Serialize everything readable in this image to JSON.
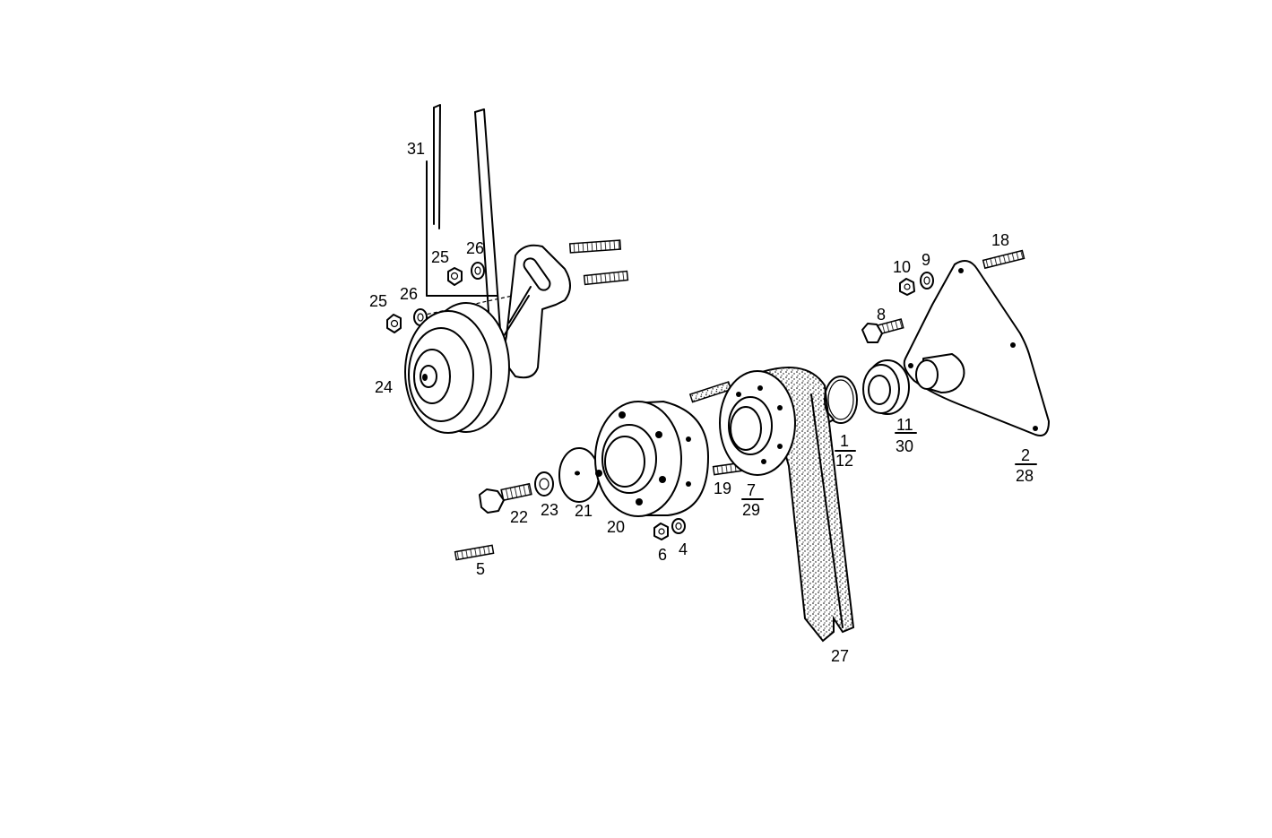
{
  "labels": {
    "l31": "31",
    "l25a": "25",
    "l26a": "26",
    "l25b": "25",
    "l26b": "26",
    "l24": "24",
    "l18": "18",
    "l10": "10",
    "l9": "9",
    "l8": "8",
    "l1_num": "1",
    "l1_den": "12",
    "l11_num": "11",
    "l11_den": "30",
    "l2_num": "2",
    "l2_den": "28",
    "l19": "19",
    "l7_num": "7",
    "l7_den": "29",
    "l22": "22",
    "l23": "23",
    "l21": "21",
    "l20": "20",
    "l6": "6",
    "l4": "4",
    "l5": "5",
    "l27": "27"
  }
}
